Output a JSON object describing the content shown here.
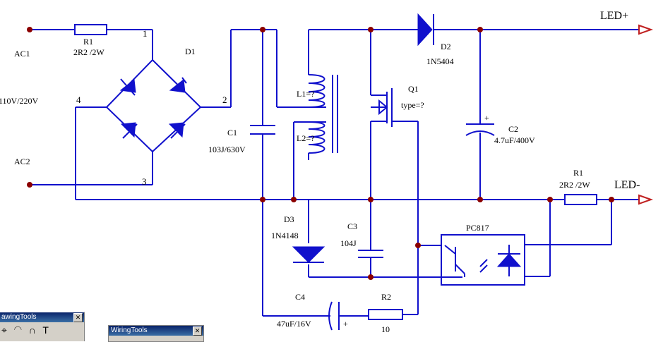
{
  "labels": {
    "ac1": "AC1",
    "ac2": "AC2",
    "ac_voltage": "110V/220V",
    "r1_top_name": "R1",
    "r1_top_value": "2R2 /2W",
    "d1": "D1",
    "pin1": "1",
    "pin2": "2",
    "pin3": "3",
    "pin4": "4",
    "c1_name": "C1",
    "c1_value": "103J/630V",
    "l1": "L1=?",
    "l2": "L2=?",
    "d2_name": "D2",
    "d2_value": "1N5404",
    "q1_name": "Q1",
    "q1_type": "type=?",
    "c2_name": "C2",
    "c2_value": "4.7uF/400V",
    "c2_plus": "+",
    "led_plus": "LED+",
    "led_minus": "LED-",
    "r1_out_name": "R1",
    "r1_out_value": "2R2 /2W",
    "d3_name": "D3",
    "d3_value": "1N4148",
    "c3_name": "C3",
    "c3_value": "104J",
    "pc817": "PC817",
    "c4_name": "C4",
    "c4_value": "47uF/16V",
    "c4_plus": "+",
    "r2_name": "R2",
    "r2_value": "10"
  },
  "toolbars": {
    "drawing_title": "awingTools",
    "drawing_icons": "⌖ ◠ ∩ T",
    "wiring_title": "WiringTools"
  },
  "colors": {
    "wire": "#1010cc",
    "node": "#8b0000",
    "terminal": "#c02020"
  }
}
